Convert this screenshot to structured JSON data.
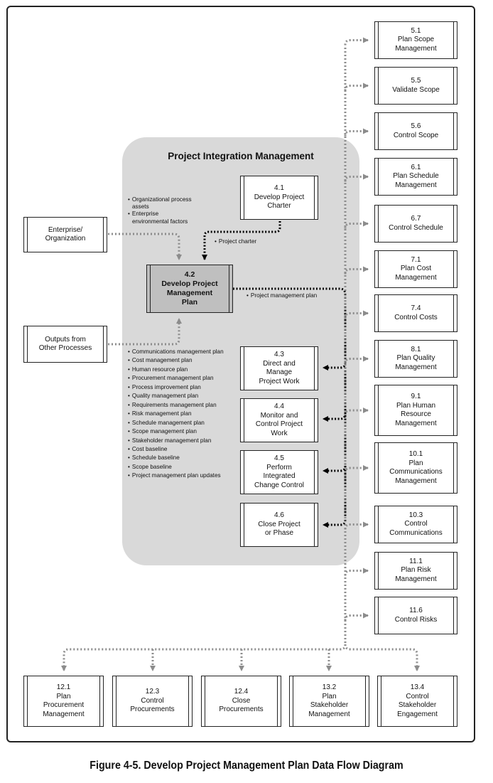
{
  "group_title": "Project Integration Management",
  "boxes": {
    "develop_charter": {
      "id": "4.1",
      "lines": [
        "Develop Project",
        "Charter"
      ]
    },
    "develop_pmp": {
      "id": "4.2",
      "lines": [
        "Develop Project",
        "Management",
        "Plan"
      ]
    },
    "direct_manage": {
      "id": "4.3",
      "lines": [
        "Direct and",
        "Manage",
        "Project Work"
      ]
    },
    "monitor_control": {
      "id": "4.4",
      "lines": [
        "Monitor and",
        "Control Project",
        "Work"
      ]
    },
    "integrated_change": {
      "id": "4.5",
      "lines": [
        "Perform",
        "Integrated",
        "Change Control"
      ]
    },
    "close_project": {
      "id": "4.6",
      "lines": [
        "Close Project",
        "or Phase"
      ]
    },
    "enterprise": {
      "lines": [
        "Enterprise/",
        "Organization"
      ]
    },
    "other_processes": {
      "lines": [
        "Outputs from",
        "Other Processes"
      ]
    }
  },
  "right_boxes": [
    {
      "id": "5.1",
      "lines": [
        "Plan Scope",
        "Management"
      ]
    },
    {
      "id": "5.5",
      "lines": [
        "Validate Scope"
      ]
    },
    {
      "id": "5.6",
      "lines": [
        "Control Scope"
      ]
    },
    {
      "id": "6.1",
      "lines": [
        "Plan Schedule",
        "Management"
      ]
    },
    {
      "id": "6.7",
      "lines": [
        "Control Schedule"
      ]
    },
    {
      "id": "7.1",
      "lines": [
        "Plan Cost",
        "Management"
      ]
    },
    {
      "id": "7.4",
      "lines": [
        "Control Costs"
      ]
    },
    {
      "id": "8.1",
      "lines": [
        "Plan Quality",
        "Management"
      ]
    },
    {
      "id": "9.1",
      "lines": [
        "Plan Human",
        "Resource",
        "Management"
      ]
    },
    {
      "id": "10.1",
      "lines": [
        "Plan",
        "Communications",
        "Management"
      ]
    },
    {
      "id": "10.3",
      "lines": [
        "Control",
        "Communications"
      ]
    },
    {
      "id": "11.1",
      "lines": [
        "Plan Risk",
        "Management"
      ]
    },
    {
      "id": "11.6",
      "lines": [
        "Control Risks"
      ]
    }
  ],
  "bottom_boxes": [
    {
      "id": "12.1",
      "lines": [
        "Plan",
        "Procurement",
        "Management"
      ]
    },
    {
      "id": "12.3",
      "lines": [
        "Control",
        "Procurements"
      ]
    },
    {
      "id": "12.4",
      "lines": [
        "Close",
        "Procurements"
      ]
    },
    {
      "id": "13.2",
      "lines": [
        "Plan",
        "Stakeholder",
        "Management"
      ]
    },
    {
      "id": "13.4",
      "lines": [
        "Control",
        "Stakeholder",
        "Engagement"
      ]
    }
  ],
  "notes": {
    "eef_opa": [
      "Organizational process",
      "assets",
      "Enterprise",
      "environmental factors"
    ],
    "charter": "Project charter",
    "pmp": "Project management plan",
    "other_outputs": [
      "Communications management plan",
      "Cost management plan",
      "Human resource plan",
      "Procurement management plan",
      "Process improvement plan",
      "Quality management plan",
      "Requirements management plan",
      "Risk management plan",
      "Schedule management plan",
      "Scope management plan",
      "Stakeholder management plan",
      "Cost baseline",
      "Schedule baseline",
      "Scope baseline",
      "Project management plan updates"
    ]
  },
  "caption": "Figure 4-5. Develop Project Management Plan Data Flow Diagram",
  "colors": {
    "input_flow": "#8c8c8c",
    "output_flow": "#000000",
    "group_fill": "#d9d9d9",
    "main_box_fill": "#bfbfbf"
  }
}
